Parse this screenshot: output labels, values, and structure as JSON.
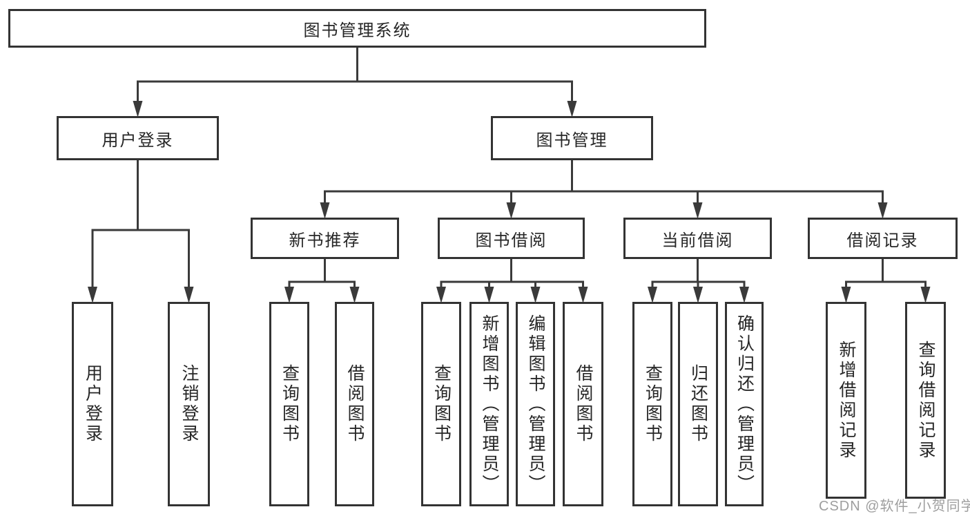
{
  "diagram": {
    "nodes": {
      "root": {
        "label": "图书管理系统"
      },
      "user_login": {
        "label": "用户登录"
      },
      "book_mgmt": {
        "label": "图书管理"
      },
      "v_user_login": {
        "label": "用户登录"
      },
      "v_logout": {
        "label": "注销登录"
      },
      "new_book_rec": {
        "label": "新书推荐"
      },
      "book_borrow": {
        "label": "图书借阅"
      },
      "current_borrow": {
        "label": "当前借阅"
      },
      "borrow_records": {
        "label": "借阅记录"
      },
      "nb_query": {
        "label": "查询图书"
      },
      "nb_borrow": {
        "label": "借阅图书"
      },
      "bb_query": {
        "label": "查询图书"
      },
      "bb_add": {
        "label": "新增图书（管理员）"
      },
      "bb_edit": {
        "label": "编辑图书（管理员）"
      },
      "bb_borrow": {
        "label": "借阅图书"
      },
      "cb_query": {
        "label": "查询图书"
      },
      "cb_return": {
        "label": "归还图书"
      },
      "cb_confirm": {
        "label": "确认归还（管理员）"
      },
      "br_add": {
        "label": "新增借阅记录"
      },
      "br_query": {
        "label": "查询借阅记录"
      }
    },
    "watermark": "CSDN @软件_小贺同学",
    "colors": {
      "line": "#3a3a3a",
      "border": "#333333",
      "text": "#262626",
      "background": "#ffffff",
      "watermark": "#9e9e9e"
    }
  }
}
